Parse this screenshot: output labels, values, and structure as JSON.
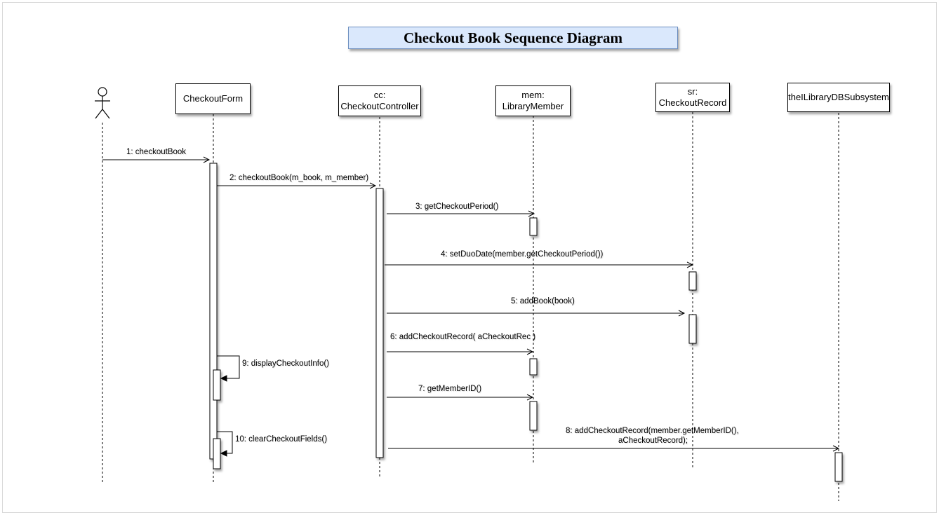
{
  "diagram": {
    "title": "Checkout Book Sequence Diagram",
    "lifelines": [
      {
        "id": "actor",
        "line1": "",
        "line2": ""
      },
      {
        "id": "checkout-form",
        "line1": "CheckoutForm",
        "line2": ""
      },
      {
        "id": "checkout-controller",
        "line1": "cc:",
        "line2": "CheckoutController"
      },
      {
        "id": "library-member",
        "line1": "mem:",
        "line2": "LibraryMember"
      },
      {
        "id": "checkout-record",
        "line1": "sr:",
        "line2": "CheckoutRecord"
      },
      {
        "id": "db-subsystem",
        "line1": "theILibraryDBSubsystem",
        "line2": ""
      }
    ],
    "messages": [
      {
        "label": "1: checkoutBook"
      },
      {
        "label": "2: checkoutBook(m_book, m_member)"
      },
      {
        "label": "3: getCheckoutPeriod()"
      },
      {
        "label": "4: setDuoDate(member.getCheckoutPeriod())"
      },
      {
        "label": "5: addBook(book)"
      },
      {
        "label": "6: addCheckoutRecord( aCheckoutRec )"
      },
      {
        "label": "7: getMemberID()"
      },
      {
        "label_line1": "8: addCheckoutRecord(member.getMemberID(),",
        "label_line2": "aCheckoutRecord);"
      },
      {
        "label": "9: displayCheckoutInfo()"
      },
      {
        "label": "10: clearCheckoutFields()"
      }
    ]
  }
}
